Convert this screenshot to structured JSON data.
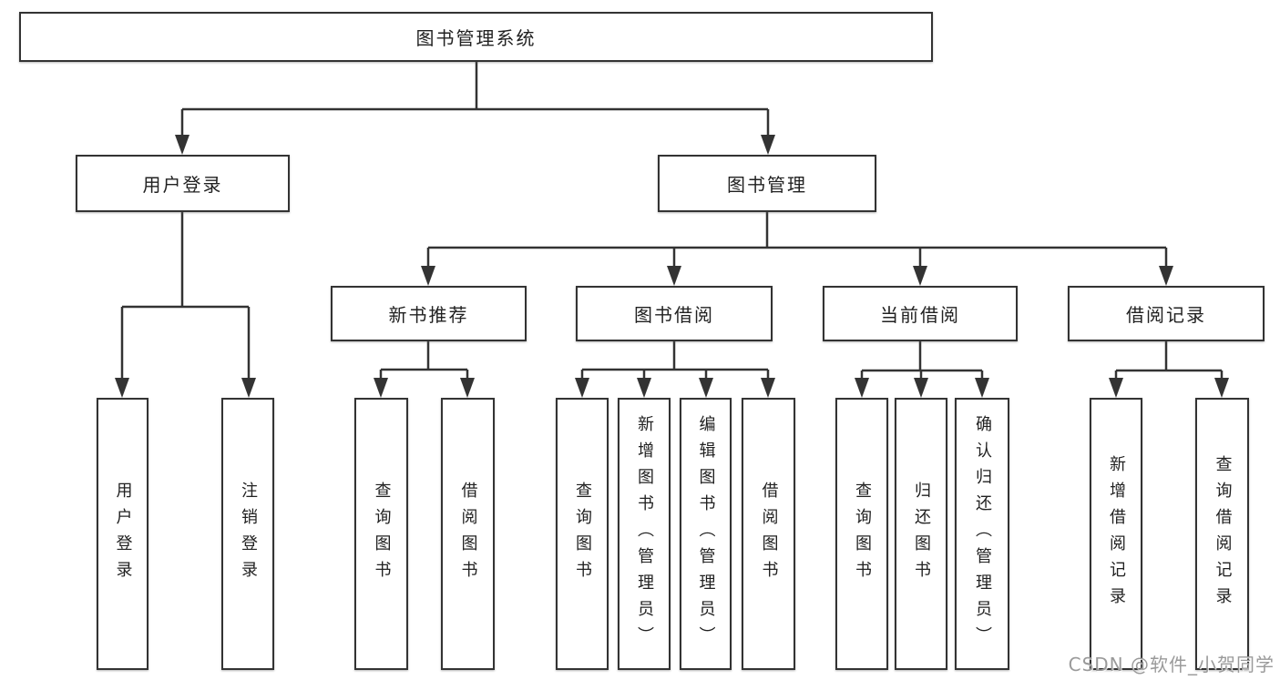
{
  "tree": {
    "root": {
      "label": "图书管理系统",
      "children": [
        {
          "label": "用户登录",
          "children": [
            {
              "label": "用户登录"
            },
            {
              "label": "注销登录"
            }
          ]
        },
        {
          "label": "图书管理",
          "children": [
            {
              "label": "新书推荐",
              "children": [
                {
                  "label": "查询图书"
                },
                {
                  "label": "借阅图书"
                }
              ]
            },
            {
              "label": "图书借阅",
              "children": [
                {
                  "label": "查询图书"
                },
                {
                  "label": "新增图书（管理员）"
                },
                {
                  "label": "编辑图书（管理员）"
                },
                {
                  "label": "借阅图书"
                }
              ]
            },
            {
              "label": "当前借阅",
              "children": [
                {
                  "label": "查询图书"
                },
                {
                  "label": "归还图书"
                },
                {
                  "label": "确认归还（管理员）"
                }
              ]
            },
            {
              "label": "借阅记录",
              "children": [
                {
                  "label": "新增借阅记录"
                },
                {
                  "label": "查询借阅记录"
                }
              ]
            }
          ]
        }
      ]
    }
  },
  "watermark": "CSDN @软件_小贺同学",
  "colors": {
    "line": "#333333",
    "border": "#333333",
    "text": "#212121",
    "watermark": "#9a9a9a",
    "background": "#ffffff"
  }
}
